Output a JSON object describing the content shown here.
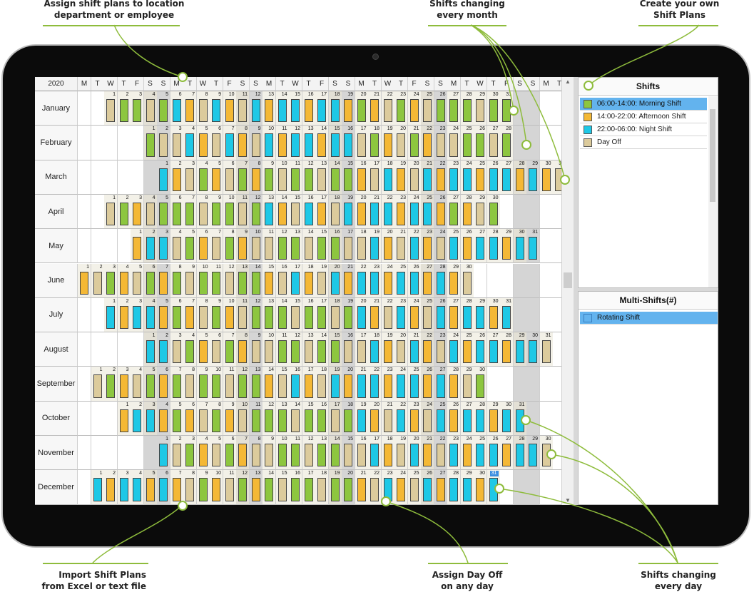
{
  "callouts": {
    "assign_plans": [
      "Assign shift plans to location",
      "department or employee"
    ],
    "changing_month": [
      "Shifts changing",
      "every month"
    ],
    "create_plans": [
      "Create your own",
      "Shift Plans"
    ],
    "import_plans": [
      "Import Shift Plans",
      "from Excel or text file"
    ],
    "day_off": [
      "Assign Day Off",
      "on any day"
    ],
    "changing_day": [
      "Shifts changing",
      "every day"
    ]
  },
  "calendar": {
    "year": "2020",
    "weekday_headers": [
      "M",
      "T",
      "W",
      "T",
      "F",
      "S",
      "S",
      "M",
      "T",
      "W",
      "T",
      "F",
      "S",
      "S",
      "M",
      "T",
      "W",
      "T",
      "F",
      "S",
      "S",
      "M",
      "T",
      "W",
      "T",
      "F",
      "S",
      "S",
      "M",
      "T",
      "W",
      "T",
      "F",
      "S",
      "S",
      "M",
      "T"
    ],
    "months": [
      {
        "name": "January",
        "offset": 2,
        "days": 31
      },
      {
        "name": "February",
        "offset": 5,
        "days": 28
      },
      {
        "name": "March",
        "offset": 6,
        "days": 31
      },
      {
        "name": "April",
        "offset": 2,
        "days": 30
      },
      {
        "name": "May",
        "offset": 4,
        "days": 31
      },
      {
        "name": "June",
        "offset": 0,
        "days": 30
      },
      {
        "name": "July",
        "offset": 2,
        "days": 31
      },
      {
        "name": "August",
        "offset": 5,
        "days": 31
      },
      {
        "name": "September",
        "offset": 1,
        "days": 30
      },
      {
        "name": "October",
        "offset": 3,
        "days": 31
      },
      {
        "name": "November",
        "offset": 6,
        "days": 30
      },
      {
        "name": "December",
        "offset": 1,
        "days": 31
      }
    ],
    "shift_colors": {
      "M": "#8dc63f",
      "A": "#f4b835",
      "N": "#1ec8e6",
      "O": "#dccb9c"
    },
    "highlight_day": {
      "month": 11,
      "day": 31
    }
  },
  "shifts_panel": {
    "title": "Shifts",
    "items": [
      {
        "label": "06:00-14:00: Morning Shift",
        "color": "#8dc63f",
        "selected": true
      },
      {
        "label": "14:00-22:00: Afternoon Shift",
        "color": "#f4b835",
        "selected": false
      },
      {
        "label": "22:00-06:00: Night Shift",
        "color": "#1ec8e6",
        "selected": false
      },
      {
        "label": "Day Off",
        "color": "#dccb9c",
        "selected": false
      }
    ]
  },
  "multi_panel": {
    "title": "Multi-Shifts(#)",
    "items": [
      {
        "label": "Rotating Shift",
        "selected": true
      }
    ]
  }
}
